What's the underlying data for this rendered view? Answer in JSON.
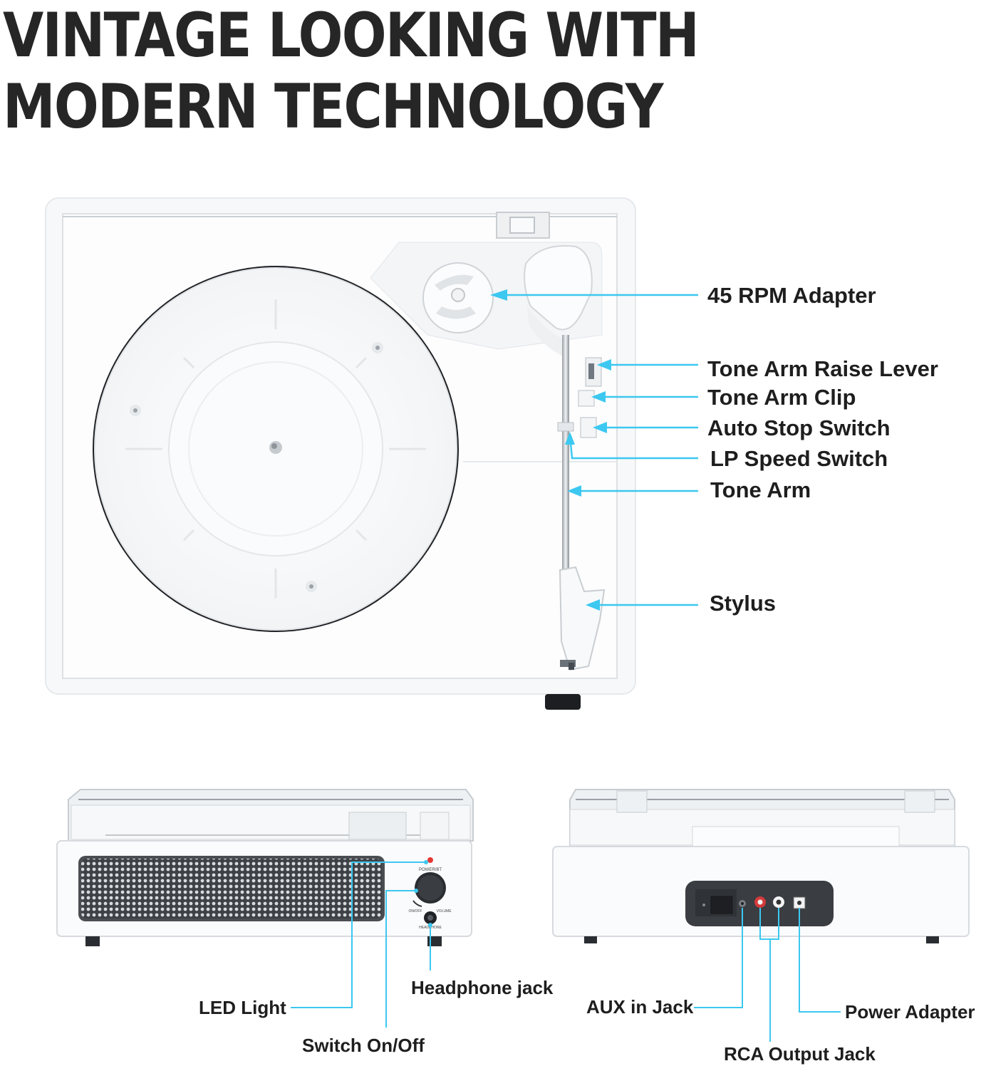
{
  "headline": {
    "line1": "VINTAGE LOOKING WITH",
    "line2": "MODERN TECHNOLOGY"
  },
  "colors": {
    "accent": "#3cc8f0",
    "text": "#1e1e1e",
    "body": "#f7f8f9",
    "outline": "#d9dde0"
  },
  "top_view_labels": [
    "45 RPM Adapter",
    "Tone Arm Raise Lever",
    "Tone Arm Clip",
    "Auto Stop Switch",
    "LP Speed Switch",
    "Tone Arm",
    "Stylus"
  ],
  "front_view_labels": {
    "led": "LED Light",
    "switch": "Switch On/Off",
    "headphone": "Headphone jack"
  },
  "back_view_labels": {
    "aux": "AUX in Jack",
    "rca": "RCA Output Jack",
    "power": "Power Adapter"
  },
  "panel_text": {
    "power": "POWER/BT",
    "onoff": "ON/OFF",
    "volume": "VOLUME",
    "headphone": "HEADPHONE"
  }
}
